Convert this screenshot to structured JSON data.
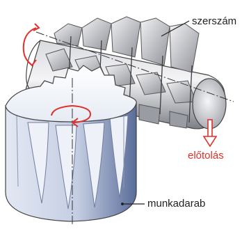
{
  "labels": {
    "tool": "szerszám",
    "feed": "előtolás",
    "workpiece": "munkadarab"
  },
  "colors": {
    "arrow": "#e0302a",
    "tool_body": "#8e9097",
    "workpiece_body": "#b8c4dc"
  }
}
